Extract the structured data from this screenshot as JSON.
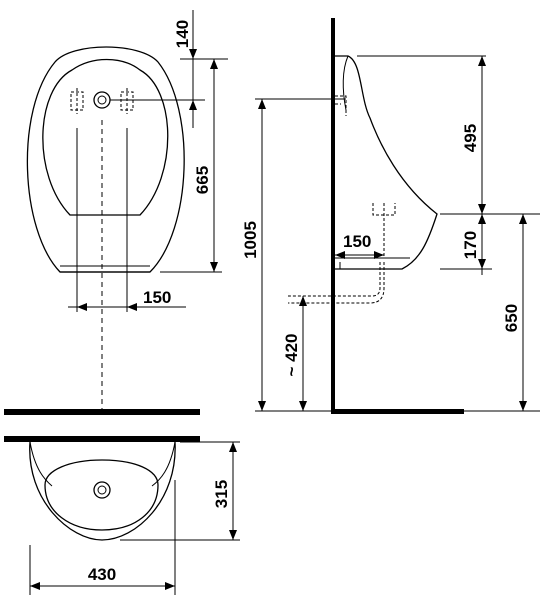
{
  "dimensions": {
    "d140": "140",
    "d665": "665",
    "d150_front": "150",
    "d1005": "1005",
    "d495": "495",
    "d150_side": "150",
    "d170": "170",
    "d420": "~ 420",
    "d650": "650",
    "d315": "315",
    "d430": "430"
  }
}
